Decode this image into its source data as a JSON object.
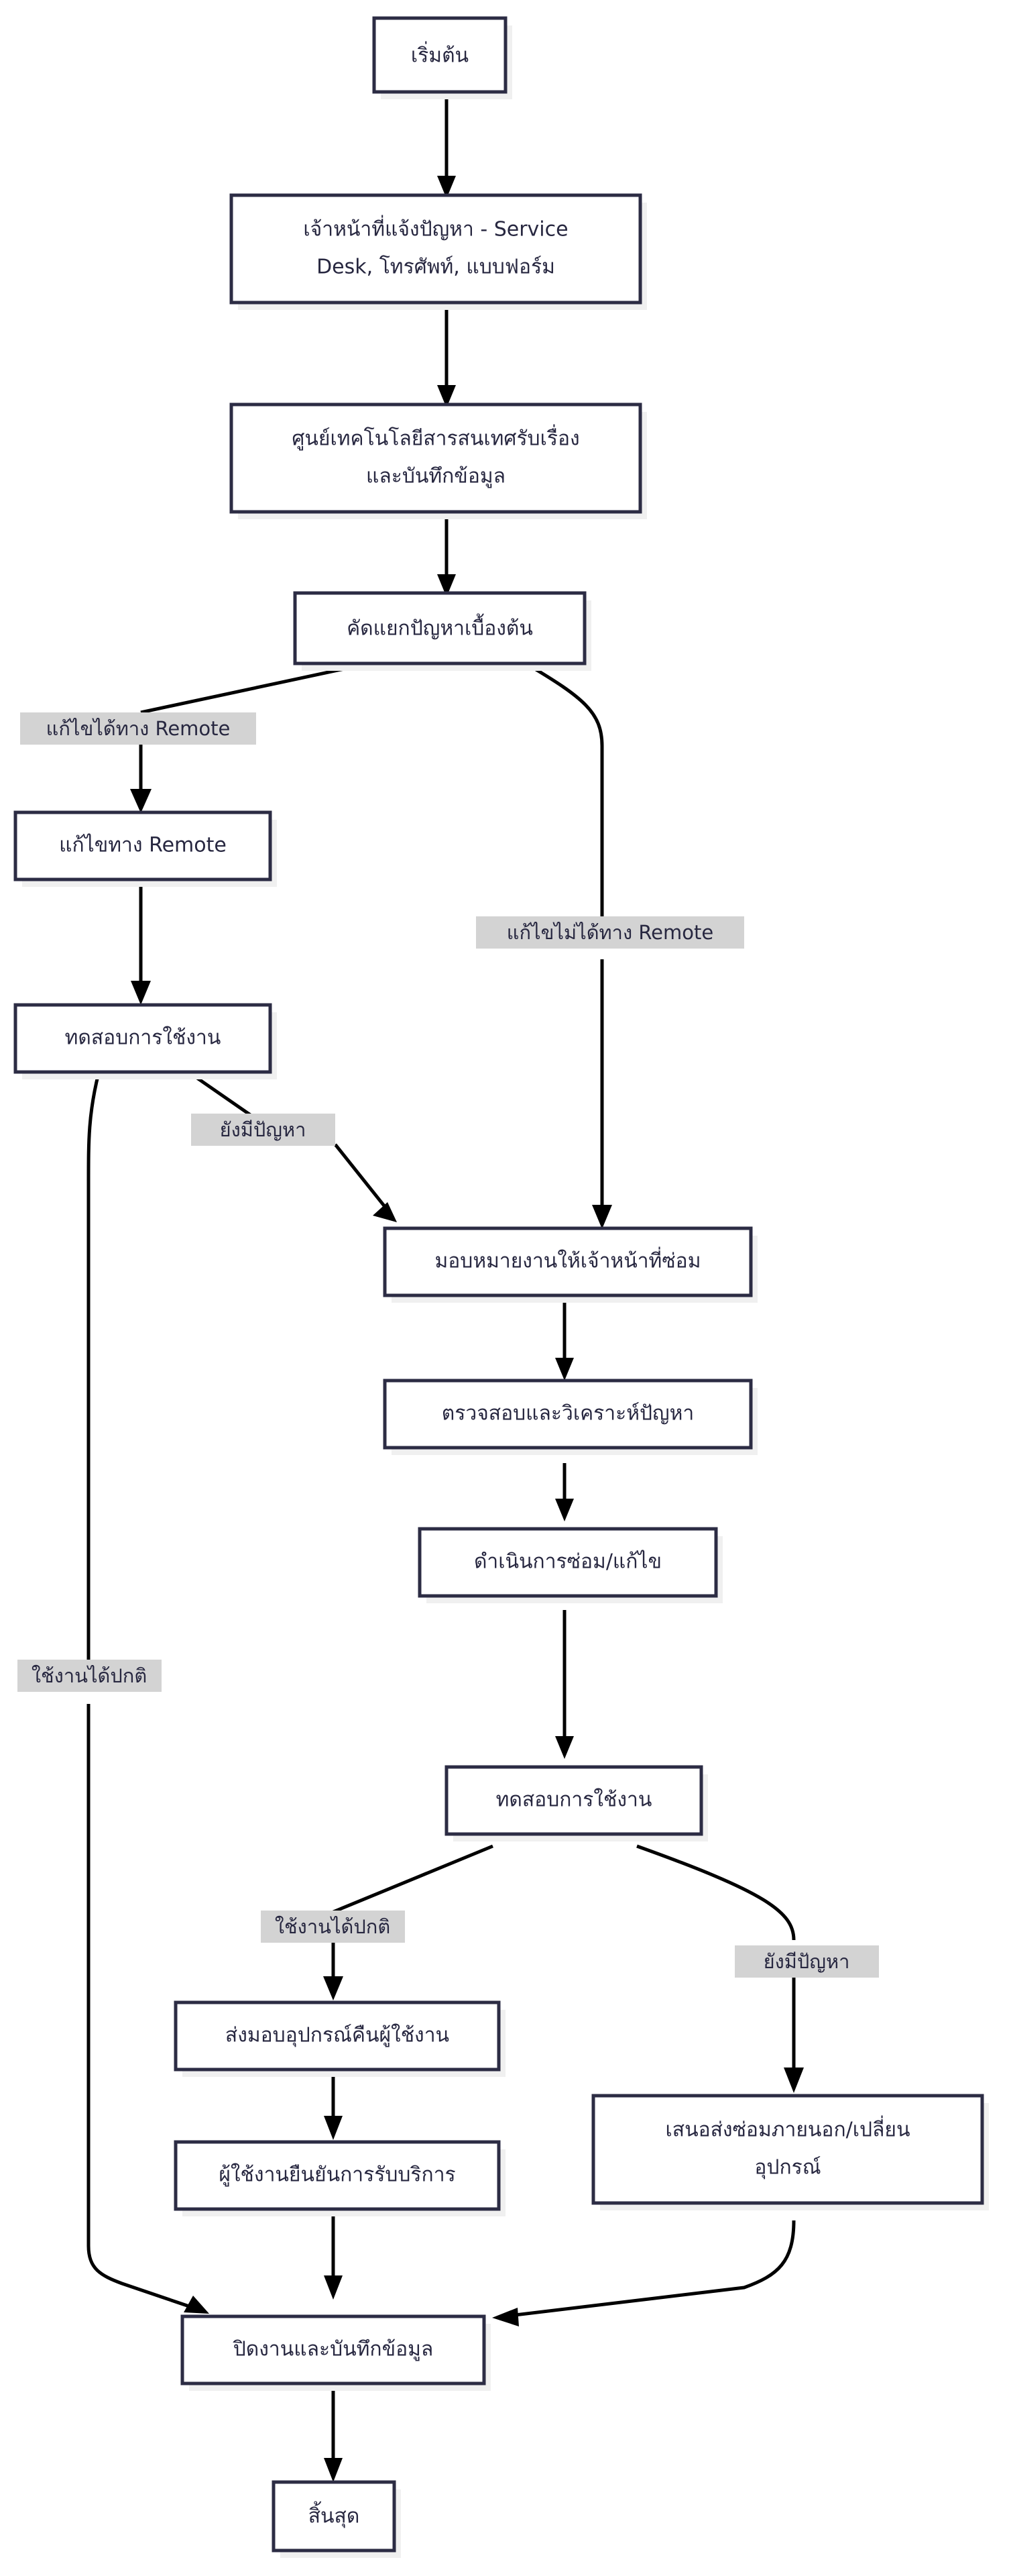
{
  "diagram": {
    "type": "flowchart",
    "orientation": "top-to-bottom",
    "language": "th",
    "colors": {
      "node_border": "#2c2c44",
      "node_fill": "#ffffff",
      "node_shadow": "#f0f0f0",
      "edge": "#000000",
      "edge_label_bg": "#d3d3d3",
      "text": "#272740",
      "background": "#ffffff"
    },
    "nodes": [
      {
        "id": "n1",
        "label": "เริ่มต้น",
        "lines": [
          "เริ่มต้น"
        ]
      },
      {
        "id": "n2",
        "label": "เจ้าหน้าที่แจ้งปัญหา - Service Desk, โทรศัพท์, แบบฟอร์ม",
        "lines": [
          "เจ้าหน้าที่แจ้งปัญหา - Service",
          "Desk, โทรศัพท์, แบบฟอร์ม"
        ]
      },
      {
        "id": "n3",
        "label": "ศูนย์เทคโนโลยีสารสนเทศรับเรื่องและบันทึกข้อมูล",
        "lines": [
          "ศูนย์เทคโนโลยีสารสนเทศรับเรื่อง",
          "และบันทึกข้อมูล"
        ]
      },
      {
        "id": "n4",
        "label": "คัดแยกปัญหาเบื้องต้น",
        "lines": [
          "คัดแยกปัญหาเบื้องต้น"
        ]
      },
      {
        "id": "n5",
        "label": "แก้ไขทาง Remote",
        "lines": [
          "แก้ไขทาง Remote"
        ]
      },
      {
        "id": "n6",
        "label": "ทดสอบการใช้งาน",
        "lines": [
          "ทดสอบการใช้งาน"
        ]
      },
      {
        "id": "n7",
        "label": "มอบหมายงานให้เจ้าหน้าที่ซ่อม",
        "lines": [
          "มอบหมายงานให้เจ้าหน้าที่ซ่อม"
        ]
      },
      {
        "id": "n8",
        "label": "ตรวจสอบและวิเคราะห์ปัญหา",
        "lines": [
          "ตรวจสอบและวิเคราะห์ปัญหา"
        ]
      },
      {
        "id": "n9",
        "label": "ดำเนินการซ่อม/แก้ไข",
        "lines": [
          "ดำเนินการซ่อม/แก้ไข"
        ]
      },
      {
        "id": "n10",
        "label": "ทดสอบการใช้งาน",
        "lines": [
          "ทดสอบการใช้งาน"
        ]
      },
      {
        "id": "n11",
        "label": "ส่งมอบอุปกรณ์คืนผู้ใช้งาน",
        "lines": [
          "ส่งมอบอุปกรณ์คืนผู้ใช้งาน"
        ]
      },
      {
        "id": "n12",
        "label": "เสนอส่งซ่อมภายนอก/เปลี่ยนอุปกรณ์",
        "lines": [
          "เสนอส่งซ่อมภายนอก/เปลี่ยน",
          "อุปกรณ์"
        ]
      },
      {
        "id": "n13",
        "label": "ผู้ใช้งานยืนยันการรับบริการ",
        "lines": [
          "ผู้ใช้งานยืนยันการรับบริการ"
        ]
      },
      {
        "id": "n14",
        "label": "ปิดงานและบันทึกข้อมูล",
        "lines": [
          "ปิดงานและบันทึกข้อมูล"
        ]
      },
      {
        "id": "n15",
        "label": "สิ้นสุด",
        "lines": [
          "สิ้นสุด"
        ]
      }
    ],
    "edges": [
      {
        "from": "n1",
        "to": "n2",
        "label": ""
      },
      {
        "from": "n2",
        "to": "n3",
        "label": ""
      },
      {
        "from": "n3",
        "to": "n4",
        "label": ""
      },
      {
        "from": "n4",
        "to": "n5",
        "label": "แก้ไขได้ทาง Remote"
      },
      {
        "from": "n4",
        "to": "n7",
        "label": "แก้ไขไม่ได้ทาง Remote"
      },
      {
        "from": "n5",
        "to": "n6",
        "label": ""
      },
      {
        "from": "n6",
        "to": "n7",
        "label": "ยังมีปัญหา"
      },
      {
        "from": "n6",
        "to": "n14",
        "label": "ใช้งานได้ปกติ"
      },
      {
        "from": "n7",
        "to": "n8",
        "label": ""
      },
      {
        "from": "n8",
        "to": "n9",
        "label": ""
      },
      {
        "from": "n9",
        "to": "n10",
        "label": ""
      },
      {
        "from": "n10",
        "to": "n11",
        "label": "ใช้งานได้ปกติ"
      },
      {
        "from": "n10",
        "to": "n12",
        "label": "ยังมีปัญหา"
      },
      {
        "from": "n11",
        "to": "n13",
        "label": ""
      },
      {
        "from": "n13",
        "to": "n14",
        "label": ""
      },
      {
        "from": "n12",
        "to": "n14",
        "label": ""
      },
      {
        "from": "n14",
        "to": "n15",
        "label": ""
      }
    ],
    "edge_labels": {
      "remote_ok": "แก้ไขได้ทาง Remote",
      "remote_fail": "แก้ไขไม่ได้ทาง Remote",
      "still_problem": "ยังมีปัญหา",
      "works_normally": "ใช้งานได้ปกติ"
    }
  }
}
